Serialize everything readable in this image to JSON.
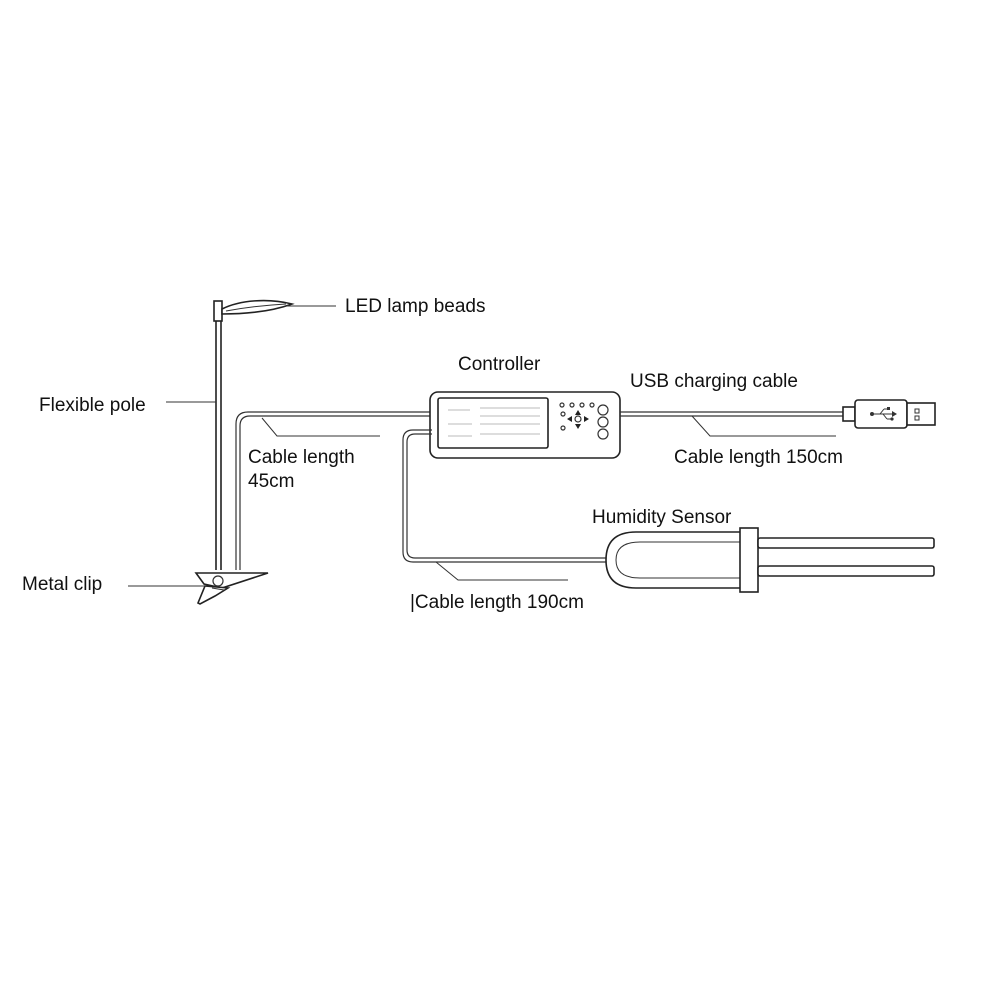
{
  "labels": {
    "led_lamp_beads": "LED lamp beads",
    "controller": "Controller",
    "usb_charging_cable": "USB charging cable",
    "flexible_pole": "Flexible pole",
    "cable_length_45_line1": "Cable length",
    "cable_length_45_line2": "45cm",
    "cable_length_150": "Cable length 150cm",
    "humidity_sensor": "Humidity Sensor",
    "metal_clip": "Metal clip",
    "cable_length_190": "|Cable length 190cm"
  },
  "icons": {
    "usb": "usb-icon"
  },
  "colors": {
    "line": "#222222",
    "background": "#ffffff"
  }
}
